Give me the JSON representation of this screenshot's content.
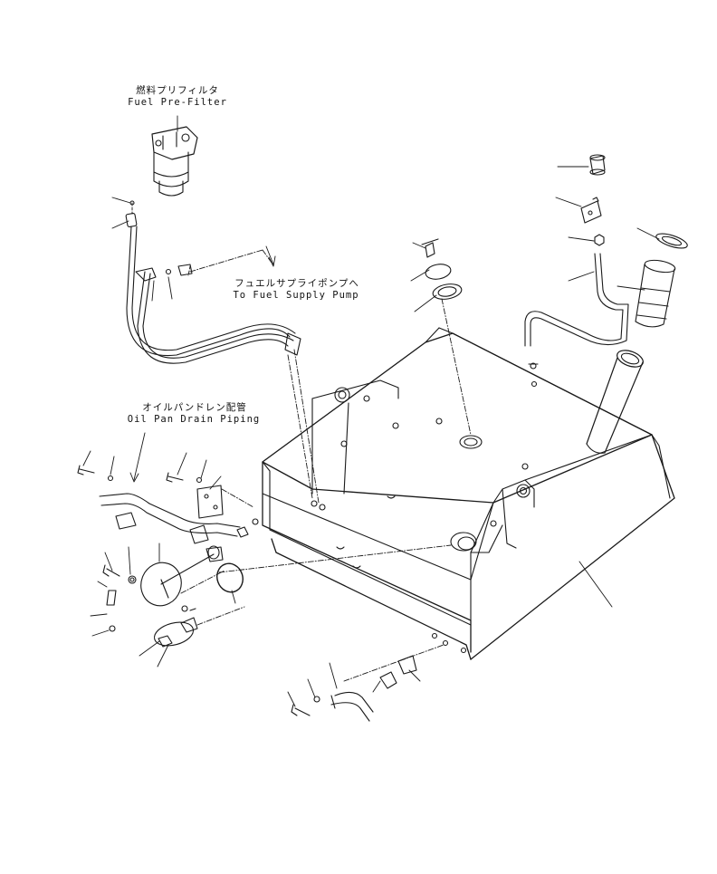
{
  "labels": {
    "fuel_prefilter_jp": "燃料プリフィルタ",
    "fuel_prefilter_en": "Fuel Pre-Filter",
    "supply_pump_jp": "フュエルサプライポンプへ",
    "supply_pump_en": "To Fuel Supply Pump",
    "oil_pan_jp": "オイルパンドレン配管",
    "oil_pan_en": "Oil Pan Drain Piping"
  }
}
